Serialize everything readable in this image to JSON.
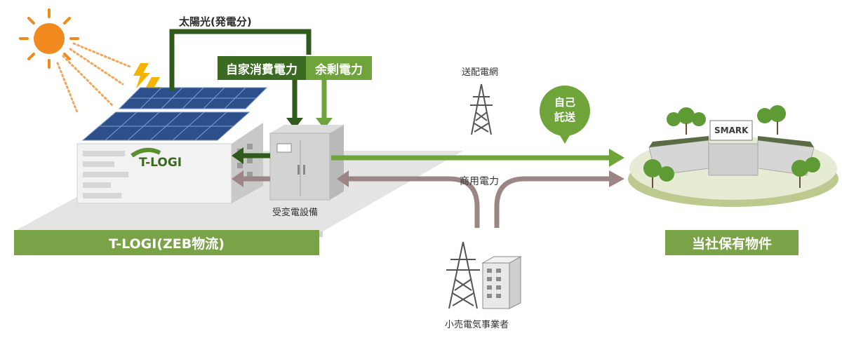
{
  "labels": {
    "solar_portion": "太陽光(発電分)",
    "self_consumption": "自家消費電力",
    "surplus": "余剰電力",
    "transmission_network": "送配電網",
    "self_wheeling": [
      "自己",
      "託送"
    ],
    "commercial_power": "商用電力",
    "substation_equipment": "受変電設備",
    "retail_electricity_provider": "小売電気事業者",
    "tlogi_band": "T-LOGI(ZEB物流)",
    "owned_property_band": "当社保有物件",
    "building_sign": "T-LOGI",
    "property_sign": "SMARK"
  },
  "colors": {
    "dark_green": "#3b6a22",
    "light_green": "#6ea43a",
    "band_green": "#7aa347",
    "commercial_arrow": "#9c8585",
    "sun": "#f08a1e",
    "bolt": "#f5b400",
    "solar_panel": "#2d4f8a"
  },
  "icons": [
    "sun-icon",
    "lightning-icon",
    "transmission-tower-icon",
    "office-building-icon",
    "tree-icon"
  ]
}
